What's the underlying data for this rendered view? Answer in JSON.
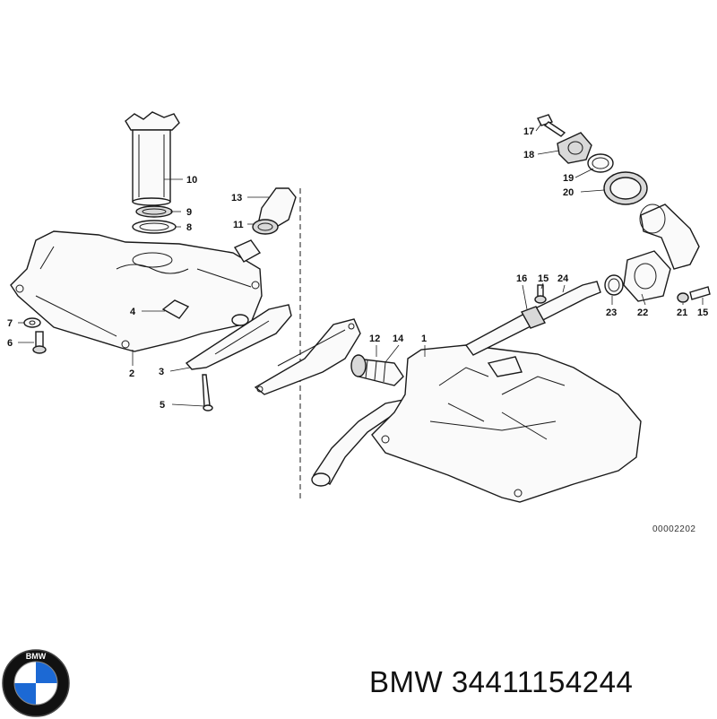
{
  "diagram": {
    "code": "00002202",
    "callouts": [
      {
        "id": "c1",
        "label": "1"
      },
      {
        "id": "c2",
        "label": "2"
      },
      {
        "id": "c3",
        "label": "3"
      },
      {
        "id": "c4",
        "label": "4"
      },
      {
        "id": "c5",
        "label": "5"
      },
      {
        "id": "c6",
        "label": "6"
      },
      {
        "id": "c7",
        "label": "7"
      },
      {
        "id": "c8",
        "label": "8"
      },
      {
        "id": "c9",
        "label": "9"
      },
      {
        "id": "c10",
        "label": "10"
      },
      {
        "id": "c11",
        "label": "11"
      },
      {
        "id": "c12",
        "label": "12"
      },
      {
        "id": "c13",
        "label": "13"
      },
      {
        "id": "c14",
        "label": "14"
      },
      {
        "id": "c15a",
        "label": "15"
      },
      {
        "id": "c15b",
        "label": "15"
      },
      {
        "id": "c16",
        "label": "16"
      },
      {
        "id": "c17",
        "label": "17"
      },
      {
        "id": "c18",
        "label": "18"
      },
      {
        "id": "c19",
        "label": "19"
      },
      {
        "id": "c20",
        "label": "20"
      },
      {
        "id": "c21",
        "label": "21"
      },
      {
        "id": "c22",
        "label": "22"
      },
      {
        "id": "c23",
        "label": "23"
      },
      {
        "id": "c24",
        "label": "24"
      }
    ]
  },
  "footer": {
    "text": "BMW 34411154244",
    "logo_text": "BMW",
    "logo_colors": {
      "ring": "#111111",
      "blue": "#1c69d4",
      "white": "#ffffff"
    }
  }
}
